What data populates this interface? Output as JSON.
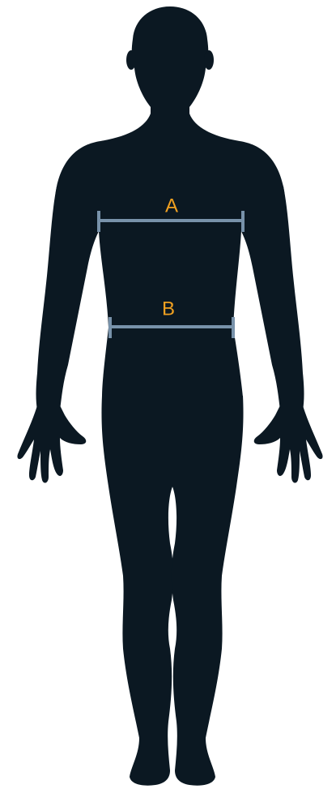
{
  "diagram": {
    "subject": "human-body-front-silhouette",
    "colors": {
      "silhouette": "#0b1822",
      "measure_line": "#7892aa",
      "label": "#f0a020",
      "background": "#ffffff"
    },
    "measurements": [
      {
        "label": "A"
      },
      {
        "label": "B"
      }
    ]
  }
}
